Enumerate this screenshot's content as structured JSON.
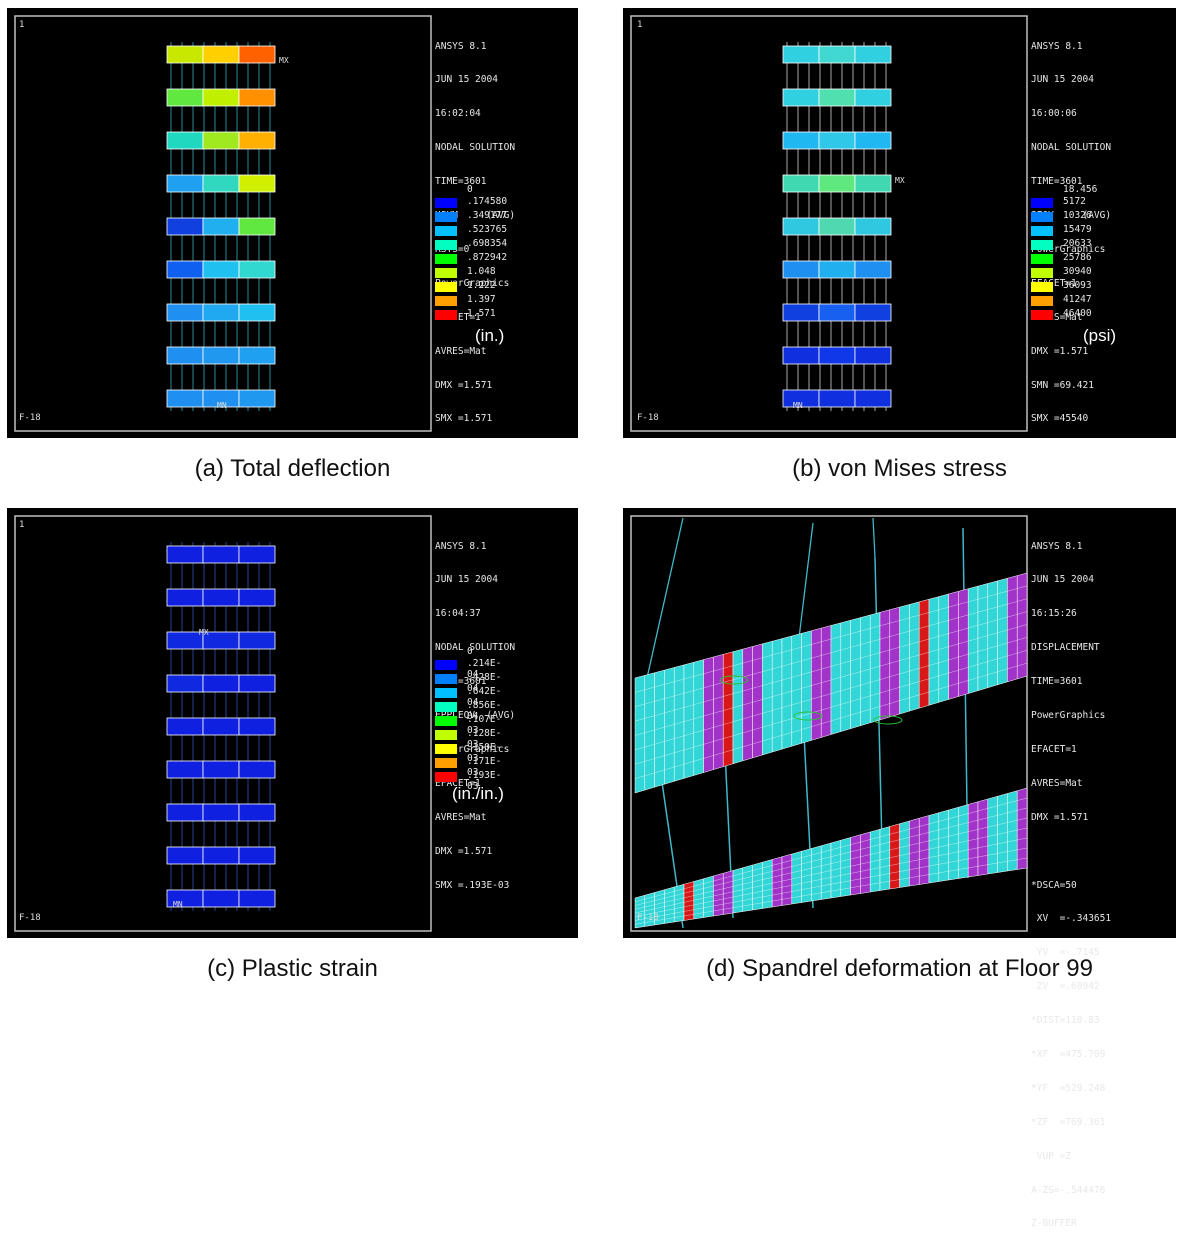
{
  "panels": [
    {
      "id": "a",
      "caption": "(a) Total deflection",
      "corner_num": "1",
      "frame_label": "F-18",
      "info_lines": [
        "ANSYS 8.1",
        "JUN 15 2004",
        "16:02:04",
        "NODAL SOLUTION",
        "TIME=3601",
        "USUM     (AVG)",
        "RSYS=0",
        "PowerGraphics",
        "EFACET=1",
        "AVRES=Mat",
        "DMX =1.571",
        "SMX =1.571"
      ],
      "legend_top": "0",
      "legend": [
        {
          "label": ".174580",
          "color": "#0000ff"
        },
        {
          "label": ".349177",
          "color": "#0080ff"
        },
        {
          "label": ".523765",
          "color": "#00c0ff"
        },
        {
          "label": ".698354",
          "color": "#00ffc0"
        },
        {
          "label": ".872942",
          "color": "#00ff00"
        },
        {
          "label": "1.048",
          "color": "#c0ff00"
        },
        {
          "label": "1.222",
          "color": "#ffff00"
        },
        {
          "label": "1.397",
          "color": "#ffa000"
        },
        {
          "label": "1.571",
          "color": "#ff0000"
        }
      ],
      "unit": "(in.)",
      "marks": [
        "MX",
        "MN"
      ]
    },
    {
      "id": "b",
      "caption": "(b) von Mises stress",
      "corner_num": "1",
      "frame_label": "F-18",
      "info_lines": [
        "ANSYS 8.1",
        "JUN 15 2004",
        "16:00:06",
        "NODAL SOLUTION",
        "TIME=3601",
        "SEQV     (AVG)",
        "PowerGraphics",
        "EFACET=1",
        "AVRES=Mat",
        "DMX =1.571",
        "SMN =69.421",
        "SMX =45540"
      ],
      "legend_top": "18.456",
      "legend": [
        {
          "label": "5172",
          "color": "#0000ff"
        },
        {
          "label": "10326",
          "color": "#0080ff"
        },
        {
          "label": "15479",
          "color": "#00c0ff"
        },
        {
          "label": "20633",
          "color": "#00ffc0"
        },
        {
          "label": "25786",
          "color": "#00ff00"
        },
        {
          "label": "30940",
          "color": "#c0ff00"
        },
        {
          "label": "36093",
          "color": "#ffff00"
        },
        {
          "label": "41247",
          "color": "#ffa000"
        },
        {
          "label": "46400",
          "color": "#ff0000"
        }
      ],
      "unit": "(psi)",
      "marks": [
        "MX",
        "MN"
      ]
    },
    {
      "id": "c",
      "caption": "(c) Plastic strain",
      "corner_num": "1",
      "frame_label": "F-18",
      "info_lines": [
        "ANSYS 8.1",
        "JUN 15 2004",
        "16:04:37",
        "NODAL SOLUTION",
        "TIME=3601",
        "EPPLEQV  (AVG)",
        "PowerGraphics",
        "EFACET=1",
        "AVRES=Mat",
        "DMX =1.571",
        "SMX =.193E-03"
      ],
      "legend_top": "0",
      "legend": [
        {
          "label": ".214E-04",
          "color": "#0000ff"
        },
        {
          "label": ".428E-04",
          "color": "#0080ff"
        },
        {
          "label": ".642E-04",
          "color": "#00c0ff"
        },
        {
          "label": ".856E-04",
          "color": "#00ffc0"
        },
        {
          "label": ".107E-03",
          "color": "#00ff00"
        },
        {
          "label": ".128E-03",
          "color": "#c0ff00"
        },
        {
          "label": ".150E-03",
          "color": "#ffff00"
        },
        {
          "label": ".171E-03",
          "color": "#ffa000"
        },
        {
          "label": ".193E-03",
          "color": "#ff0000"
        }
      ],
      "unit": "(in./in.)",
      "marks": [
        "MX",
        "MN"
      ]
    },
    {
      "id": "d",
      "caption": "(d) Spandrel deformation at Floor 99",
      "frame_label": "F-18",
      "info_lines": [
        "ANSYS 8.1",
        "JUN 15 2004",
        "16:15:26",
        "DISPLACEMENT",
        "TIME=3601",
        "PowerGraphics",
        "EFACET=1",
        "AVRES=Mat",
        "DMX =1.571",
        "",
        "*DSCA=50",
        " XV  =-.343651",
        " YV  =-.7145",
        " ZV  =.60942",
        "*DIST=110.83",
        "*XF  =475.709",
        "*YF  =529.248",
        "*ZF  =769.361",
        " VUP =Z",
        "A-ZS=-.544476",
        "Z-BUFFER"
      ]
    }
  ],
  "colors": {
    "background": "#000000",
    "frame": "#bfbfbf",
    "mesh_cyan": "#33d6d6",
    "mesh_purple": "#a233c8",
    "mesh_red": "#d81818",
    "column_line": "#3fb8c8"
  }
}
